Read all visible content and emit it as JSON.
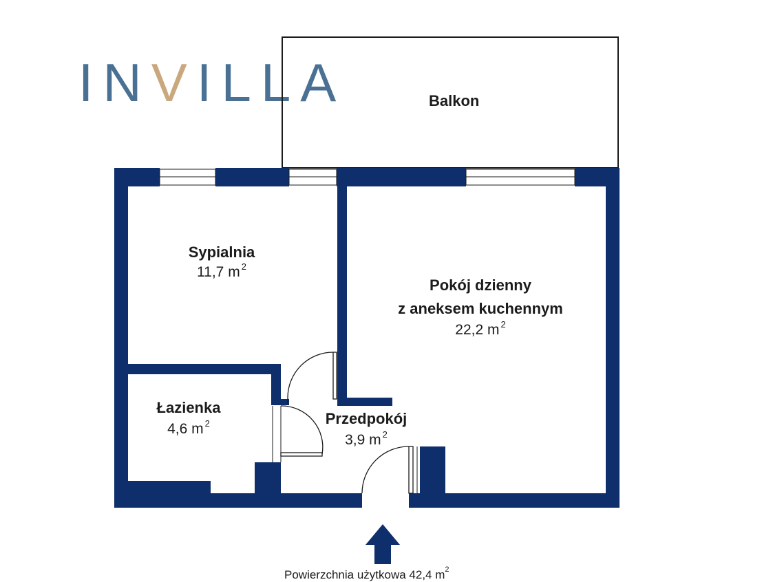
{
  "brand": {
    "name": "INVILLA",
    "blue": "#4a7194",
    "gold": "#c9a87d"
  },
  "colors": {
    "wall": "#0e2f6b",
    "line": "#1b1b1b",
    "background": "#ffffff"
  },
  "rooms": {
    "balkon": {
      "name": "Balkon"
    },
    "sypialnia": {
      "name": "Sypialnia",
      "area_value": "11,7 m",
      "area_sup": "2"
    },
    "pokoj": {
      "name_line1": "Pokój dzienny",
      "name_line2": "z aneksem kuchennym",
      "area_value": "22,2 m",
      "area_sup": "2"
    },
    "lazienka": {
      "name": "Łazienka",
      "area_value": "4,6 m",
      "area_sup": "2"
    },
    "przedpokoj": {
      "name": "Przedpokój",
      "area_value": "3,9 m",
      "area_sup": "2"
    }
  },
  "total": {
    "label": "Powierzchnia użytkowa 42,4 m",
    "sup": "2"
  }
}
